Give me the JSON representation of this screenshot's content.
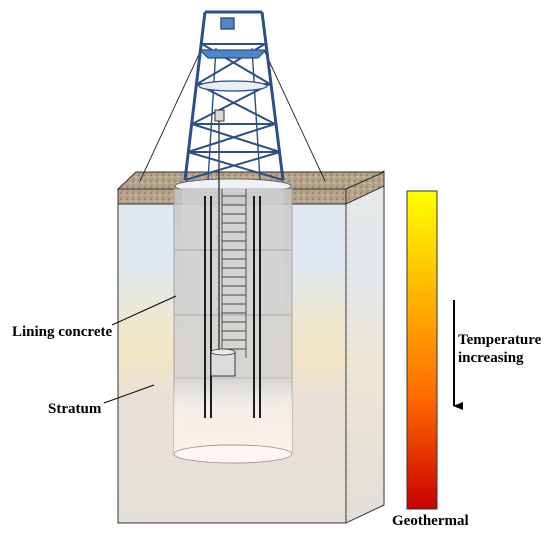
{
  "labels": {
    "lining_concrete": "Lining concrete",
    "stratum": "Stratum",
    "temperature_line1": "Temperature",
    "temperature_line2": "increasing",
    "geothermal": "Geothermal"
  },
  "colors": {
    "derrick": "#2b4f86",
    "derrick_platform": "#4f86c6",
    "ground_surface": "#b9a88e",
    "lining": "#c8c8c8",
    "gradient_top": "#ffff00",
    "gradient_mid": "#ff8000",
    "gradient_bottom": "#cc0000"
  }
}
